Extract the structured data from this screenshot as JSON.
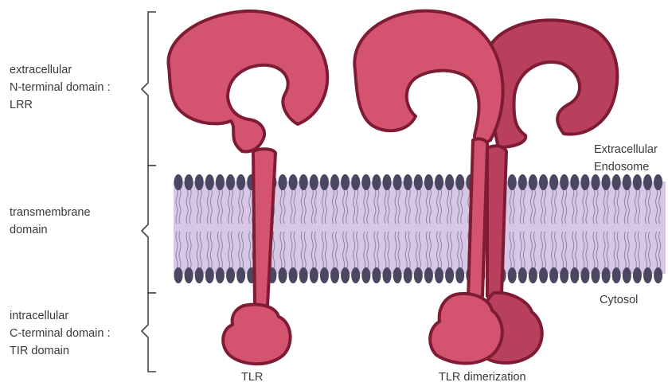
{
  "regions": {
    "extracellular": {
      "lines": [
        "extracellular",
        "N-terminal domain :",
        "LRR"
      ]
    },
    "transmembrane": {
      "lines": [
        "transmembrane",
        "domain"
      ]
    },
    "intracellular": {
      "lines": [
        "intracellular",
        "C-terminal domain :",
        "TIR domain"
      ]
    }
  },
  "compartments": {
    "outside": {
      "lines": [
        "Extracellular",
        "Endosome"
      ]
    },
    "inside": {
      "label": "Cytosol"
    }
  },
  "receptors": {
    "single": {
      "label": "TLR"
    },
    "dimer": {
      "label": "TLR dimerization"
    }
  },
  "colors": {
    "receptor_fill": "#d45470",
    "receptor_fill_dark": "#b8405c",
    "receptor_outline": "#7d1c34",
    "lipid_head": "#4b4662",
    "membrane_fill": "#d8c7e4",
    "lipid_tail": "#8f80a6",
    "bracket": "#444444"
  }
}
